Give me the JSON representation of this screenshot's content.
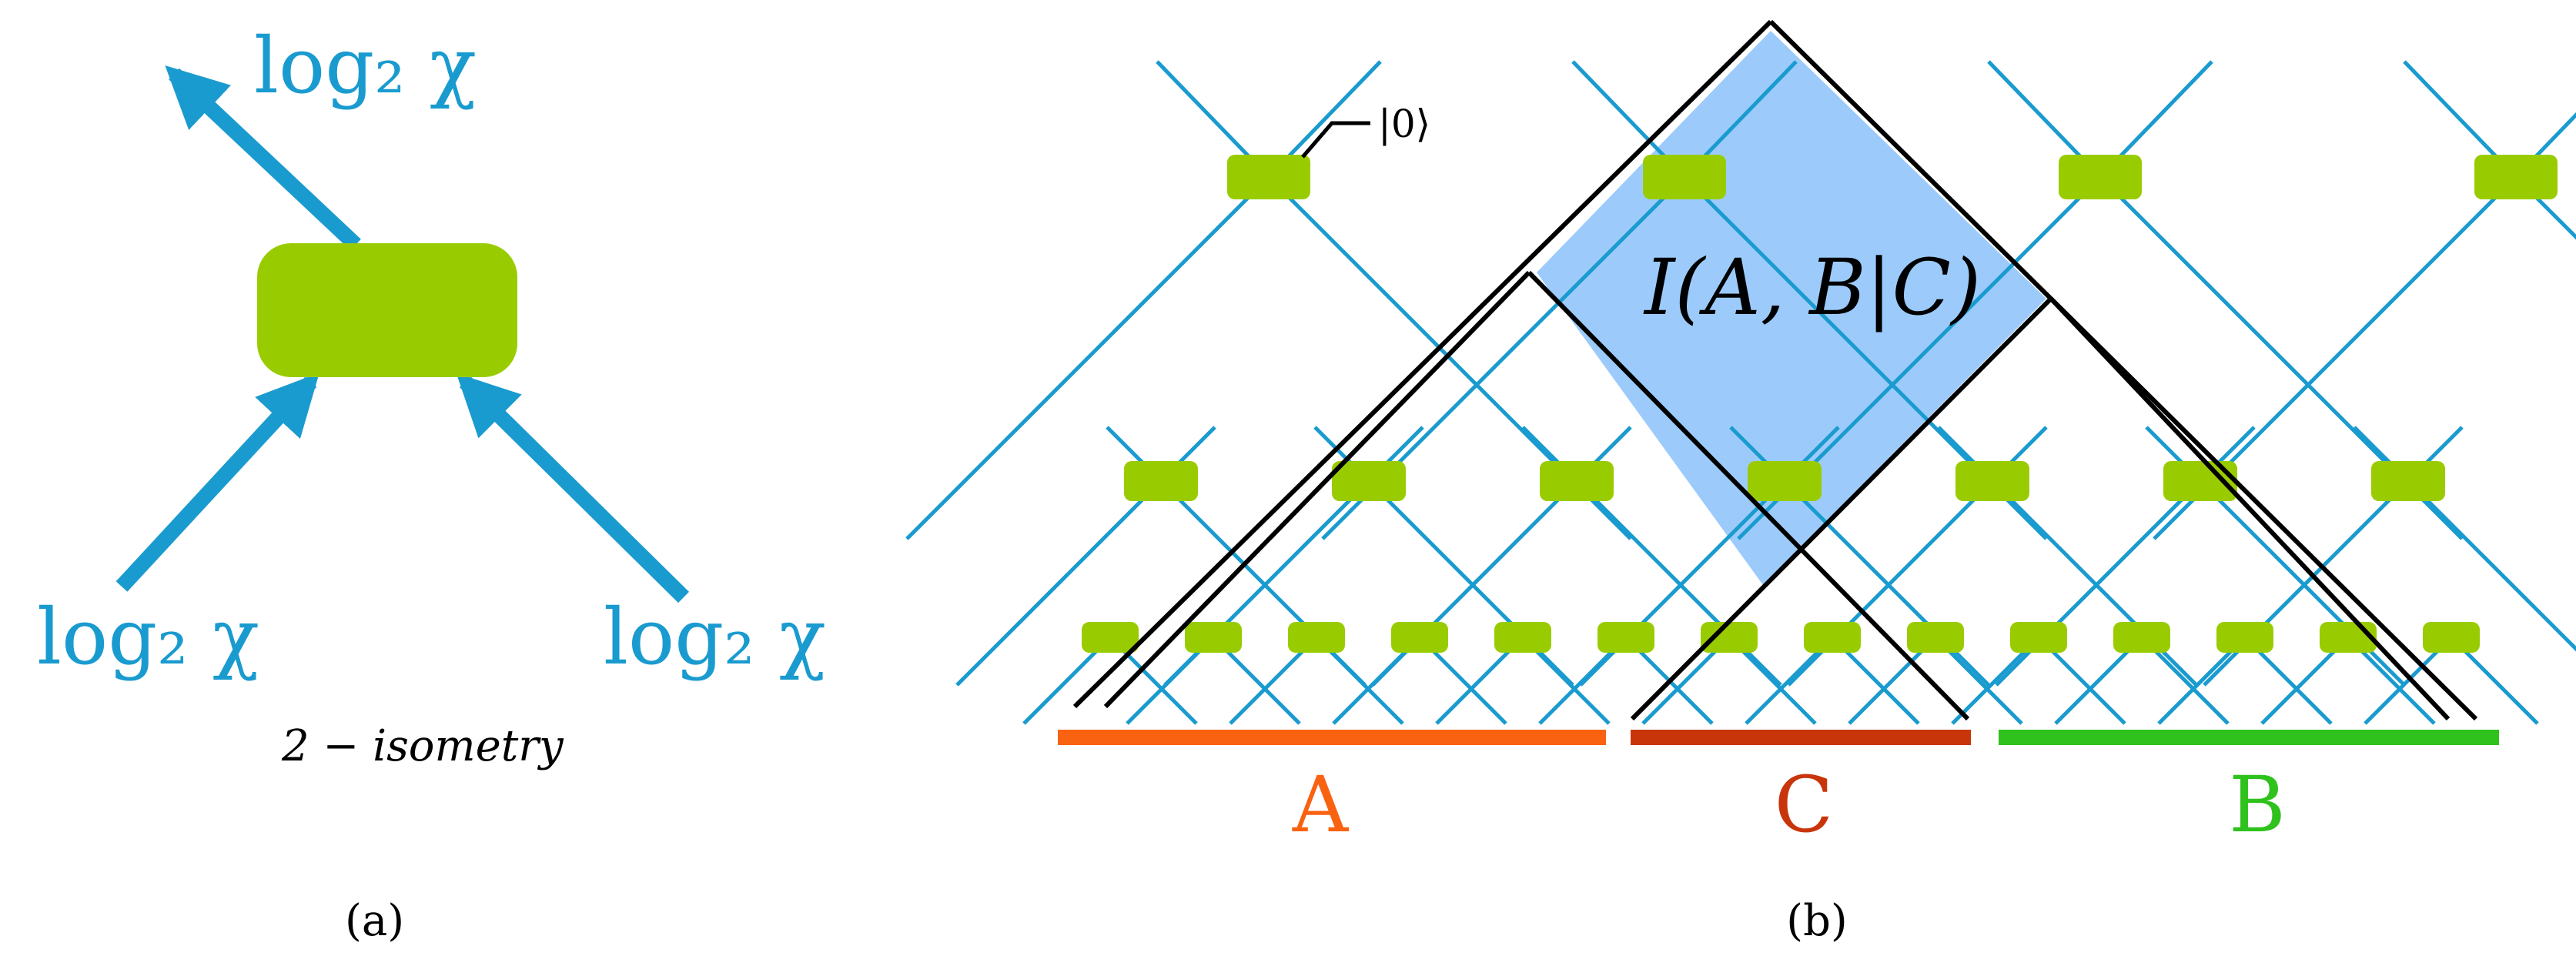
{
  "panel_a": {
    "top_label": "log₂ χ",
    "left_label": "log₂ χ",
    "right_label": "log₂ χ",
    "caption": "2 − isometry",
    "sublabel": "(a)"
  },
  "panel_b": {
    "ket_label": "|0⟩",
    "mutual_info_label": "I(A, B|C)",
    "region_a": "A",
    "region_c": "C",
    "region_b": "B",
    "sublabel": "(b)"
  },
  "colors": {
    "wire": "#1a9bcf",
    "tensor": "#99cc00",
    "shade": "#9ccbfb",
    "outline": "#000000",
    "region_a": "#f96211",
    "region_c": "#c8350b",
    "region_b": "#2fc11c"
  }
}
